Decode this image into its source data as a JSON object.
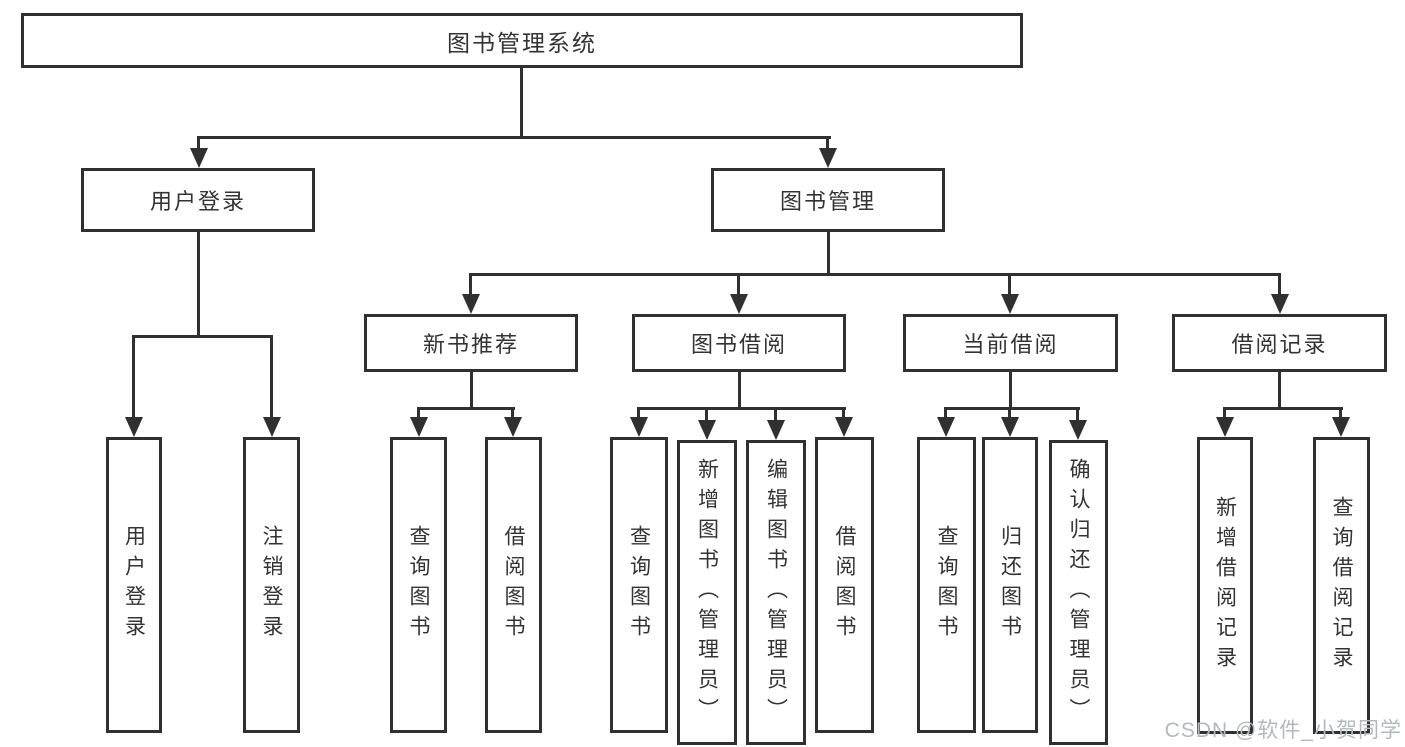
{
  "tree": {
    "root": {
      "label": "图书管理系统"
    },
    "branches": [
      {
        "label": "用户登录",
        "children": [
          {
            "label": "用户登录"
          },
          {
            "label": "注销登录"
          }
        ]
      },
      {
        "label": "图书管理",
        "groups": [
          {
            "label": "新书推荐",
            "children": [
              {
                "label": "查询图书"
              },
              {
                "label": "借阅图书"
              }
            ]
          },
          {
            "label": "图书借阅",
            "children": [
              {
                "label": "查询图书"
              },
              {
                "label": "新增图书（管理员）"
              },
              {
                "label": "编辑图书（管理员）"
              },
              {
                "label": "借阅图书"
              }
            ]
          },
          {
            "label": "当前借阅",
            "children": [
              {
                "label": "查询图书"
              },
              {
                "label": "归还图书"
              },
              {
                "label": "确认归还（管理员）"
              }
            ]
          },
          {
            "label": "借阅记录",
            "children": [
              {
                "label": "新增借阅记录"
              },
              {
                "label": "查询借阅记录"
              }
            ]
          }
        ]
      }
    ]
  },
  "watermark": {
    "text": "CSDN @软件_小贺同学"
  },
  "colors": {
    "line": "#303030",
    "text": "#333333",
    "watermark": "#b3b8bd",
    "background": "#ffffff"
  }
}
